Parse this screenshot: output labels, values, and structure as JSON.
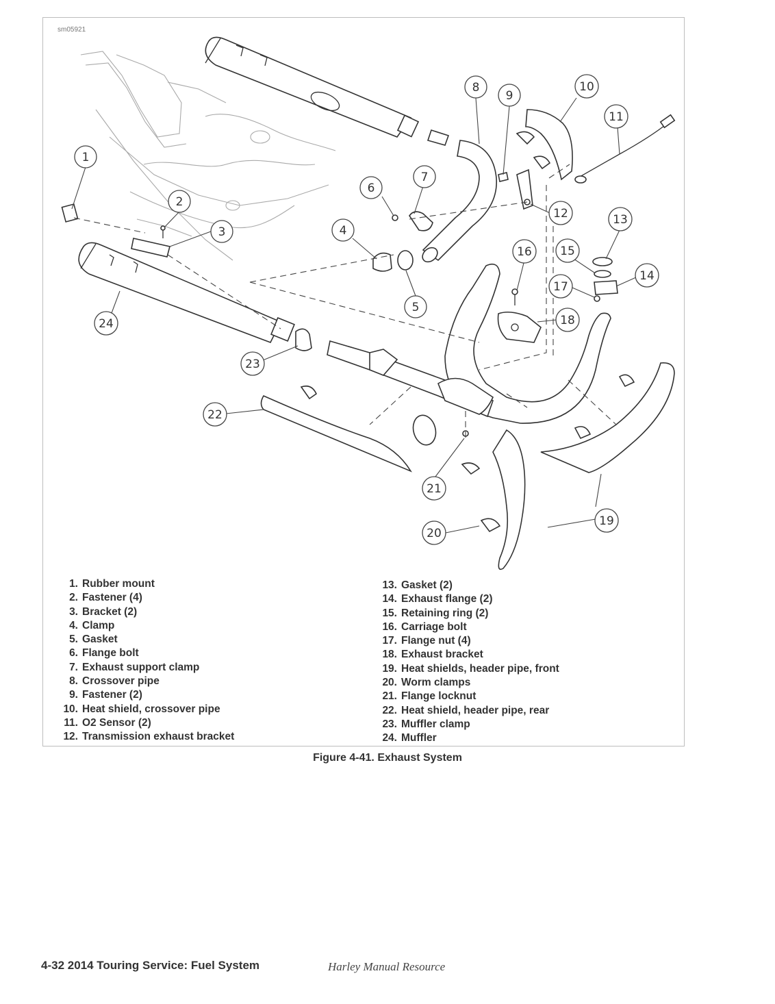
{
  "figure": {
    "id_label": "sm05921",
    "caption": "Figure 4-41. Exhaust System",
    "callouts": [
      "1",
      "2",
      "3",
      "4",
      "5",
      "6",
      "7",
      "8",
      "9",
      "10",
      "11",
      "12",
      "13",
      "14",
      "15",
      "16",
      "17",
      "18",
      "19",
      "20",
      "21",
      "22",
      "23",
      "24"
    ]
  },
  "legend_left": [
    {
      "num": "1.",
      "text": "Rubber mount"
    },
    {
      "num": "2.",
      "text": "Fastener (4)"
    },
    {
      "num": "3.",
      "text": "Bracket (2)"
    },
    {
      "num": "4.",
      "text": "Clamp"
    },
    {
      "num": "5.",
      "text": "Gasket"
    },
    {
      "num": "6.",
      "text": "Flange bolt"
    },
    {
      "num": "7.",
      "text": "Exhaust support clamp"
    },
    {
      "num": "8.",
      "text": "Crossover pipe"
    },
    {
      "num": "9.",
      "text": "Fastener (2)"
    },
    {
      "num": "10.",
      "text": "Heat shield, crossover pipe"
    },
    {
      "num": "11.",
      "text": "O2 Sensor (2)"
    },
    {
      "num": "12.",
      "text": "Transmission exhaust bracket"
    }
  ],
  "legend_right": [
    {
      "num": "13.",
      "text": "Gasket (2)"
    },
    {
      "num": "14.",
      "text": "Exhaust flange (2)"
    },
    {
      "num": "15.",
      "text": "Retaining ring (2)"
    },
    {
      "num": "16.",
      "text": "Carriage bolt"
    },
    {
      "num": "17.",
      "text": "Flange nut (4)"
    },
    {
      "num": "18.",
      "text": "Exhaust bracket"
    },
    {
      "num": "19.",
      "text": "Heat shields, header pipe, front"
    },
    {
      "num": "20.",
      "text": "Worm clamps"
    },
    {
      "num": "21.",
      "text": "Flange locknut"
    },
    {
      "num": "22.",
      "text": "Heat shield, header pipe, rear"
    },
    {
      "num": "23.",
      "text": "Muffler clamp"
    },
    {
      "num": "24.",
      "text": "Muffler"
    }
  ],
  "footer": {
    "page_label": "4-32  2014 Touring Service:  Fuel System",
    "watermark": "Harley Manual Resource"
  }
}
